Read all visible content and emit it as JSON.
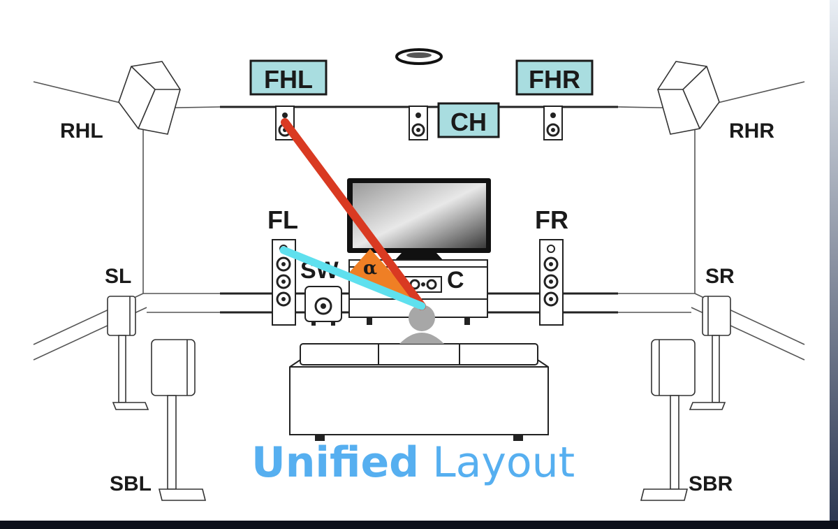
{
  "labels": {
    "fhl": "FHL",
    "ch": "CH",
    "fhr": "FHR",
    "rhl": "RHL",
    "rhr": "RHR",
    "fl": "FL",
    "fr": "FR",
    "sw": "SW",
    "c": "C",
    "sl": "SL",
    "sr": "SR",
    "sbl": "SBL",
    "sbr": "SBR",
    "alpha": "α"
  },
  "title": {
    "bold": "Unified",
    "rest": "Layout"
  },
  "colors": {
    "box_fill": "#a9dde0",
    "red_line": "#d93a22",
    "cyan_line": "#5fe0ee",
    "angle_fill": "#ef7f25",
    "title_color": "#56aff0",
    "head": "#a7a7a7"
  }
}
